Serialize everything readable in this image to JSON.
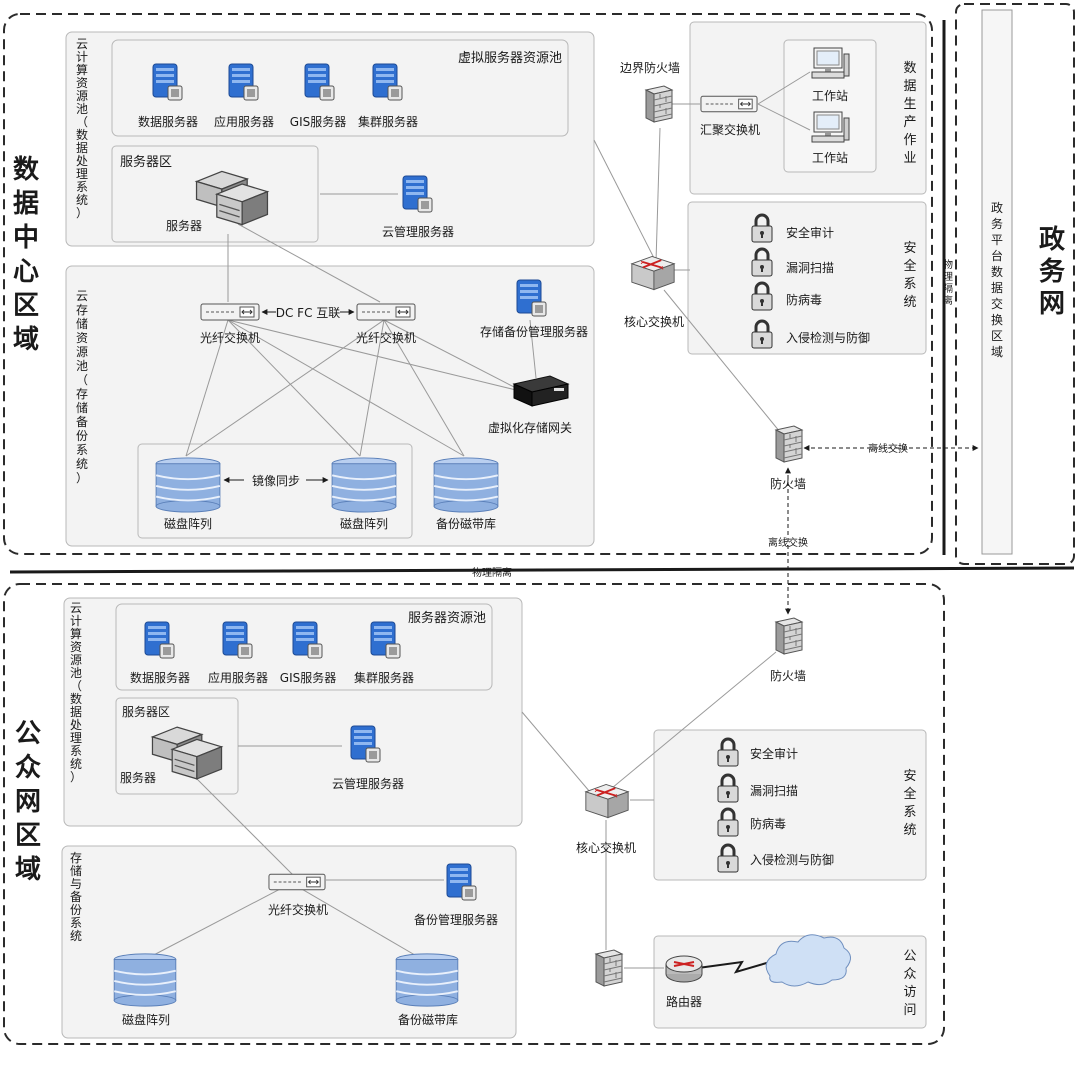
{
  "colors": {
    "region_border": "#2b2b2b",
    "panel_fill": "#f3f3f3",
    "panel_border": "#b8b8b8",
    "server_blue": "#2f6fd0",
    "line": "#9a9a9a",
    "disk_blue": "#8fb0e0"
  },
  "regions": {
    "data_center": "数据中心区域",
    "public_network": "公众网区域",
    "gov_network": "政务网",
    "gov_exchange": "政务平台数据交换区域"
  },
  "isolation": {
    "horizontal": "物理隔离",
    "vertical": "物理隔离"
  },
  "dc": {
    "compute_pool_side": "云计算资源池（数据处理系统）",
    "virtual_pool_title": "虚拟服务器资源池",
    "servers": [
      "数据服务器",
      "应用服务器",
      "GIS服务器",
      "集群服务器"
    ],
    "server_zone_title": "服务器区",
    "server_label": "服务器",
    "cloud_mgmt": "云管理服务器",
    "storage_pool_side": "云存储资源池（存储备份系统）",
    "fc_switch_left": "光纤交换机",
    "fc_switch_right": "光纤交换机",
    "fc_link": "DC FC 互联",
    "backup_mgmt": "存储备份管理服务器",
    "virtual_gateway": "虚拟化存储网关",
    "disk_array_1": "磁盘阵列",
    "mirror_sync": "镜像同步",
    "disk_array_2": "磁盘阵列",
    "tape_library": "备份磁带库",
    "border_firewall": "边界防火墙",
    "aggregation_switch": "汇聚交换机",
    "workstation_1": "工作站",
    "workstation_2": "工作站",
    "production_title": "数据生产作业",
    "core_switch": "核心交换机",
    "security_items": [
      "安全审计",
      "漏洞扫描",
      "防病毒",
      "入侵检测与防御"
    ],
    "security_title": "安全系统",
    "firewall": "防火墙",
    "offline_exchange_right": "离线交换",
    "offline_exchange_down": "离线交换"
  },
  "pub": {
    "compute_pool_side": "云计算资源池（数据处理系统）",
    "pool_title": "服务器资源池",
    "servers": [
      "数据服务器",
      "应用服务器",
      "GIS服务器",
      "集群服务器"
    ],
    "server_zone_title": "服务器区",
    "server_label": "服务器",
    "cloud_mgmt": "云管理服务器",
    "storage_side": "存储与备份系统",
    "fc_switch": "光纤交换机",
    "backup_mgmt": "备份管理服务器",
    "disk_array": "磁盘阵列",
    "tape_library": "备份磁带库",
    "firewall_top": "防火墙",
    "core_switch": "核心交换机",
    "security_items": [
      "安全审计",
      "漏洞扫描",
      "防病毒",
      "入侵检测与防御"
    ],
    "security_title": "安全系统",
    "router": "路由器",
    "public_access": "公众访问"
  }
}
